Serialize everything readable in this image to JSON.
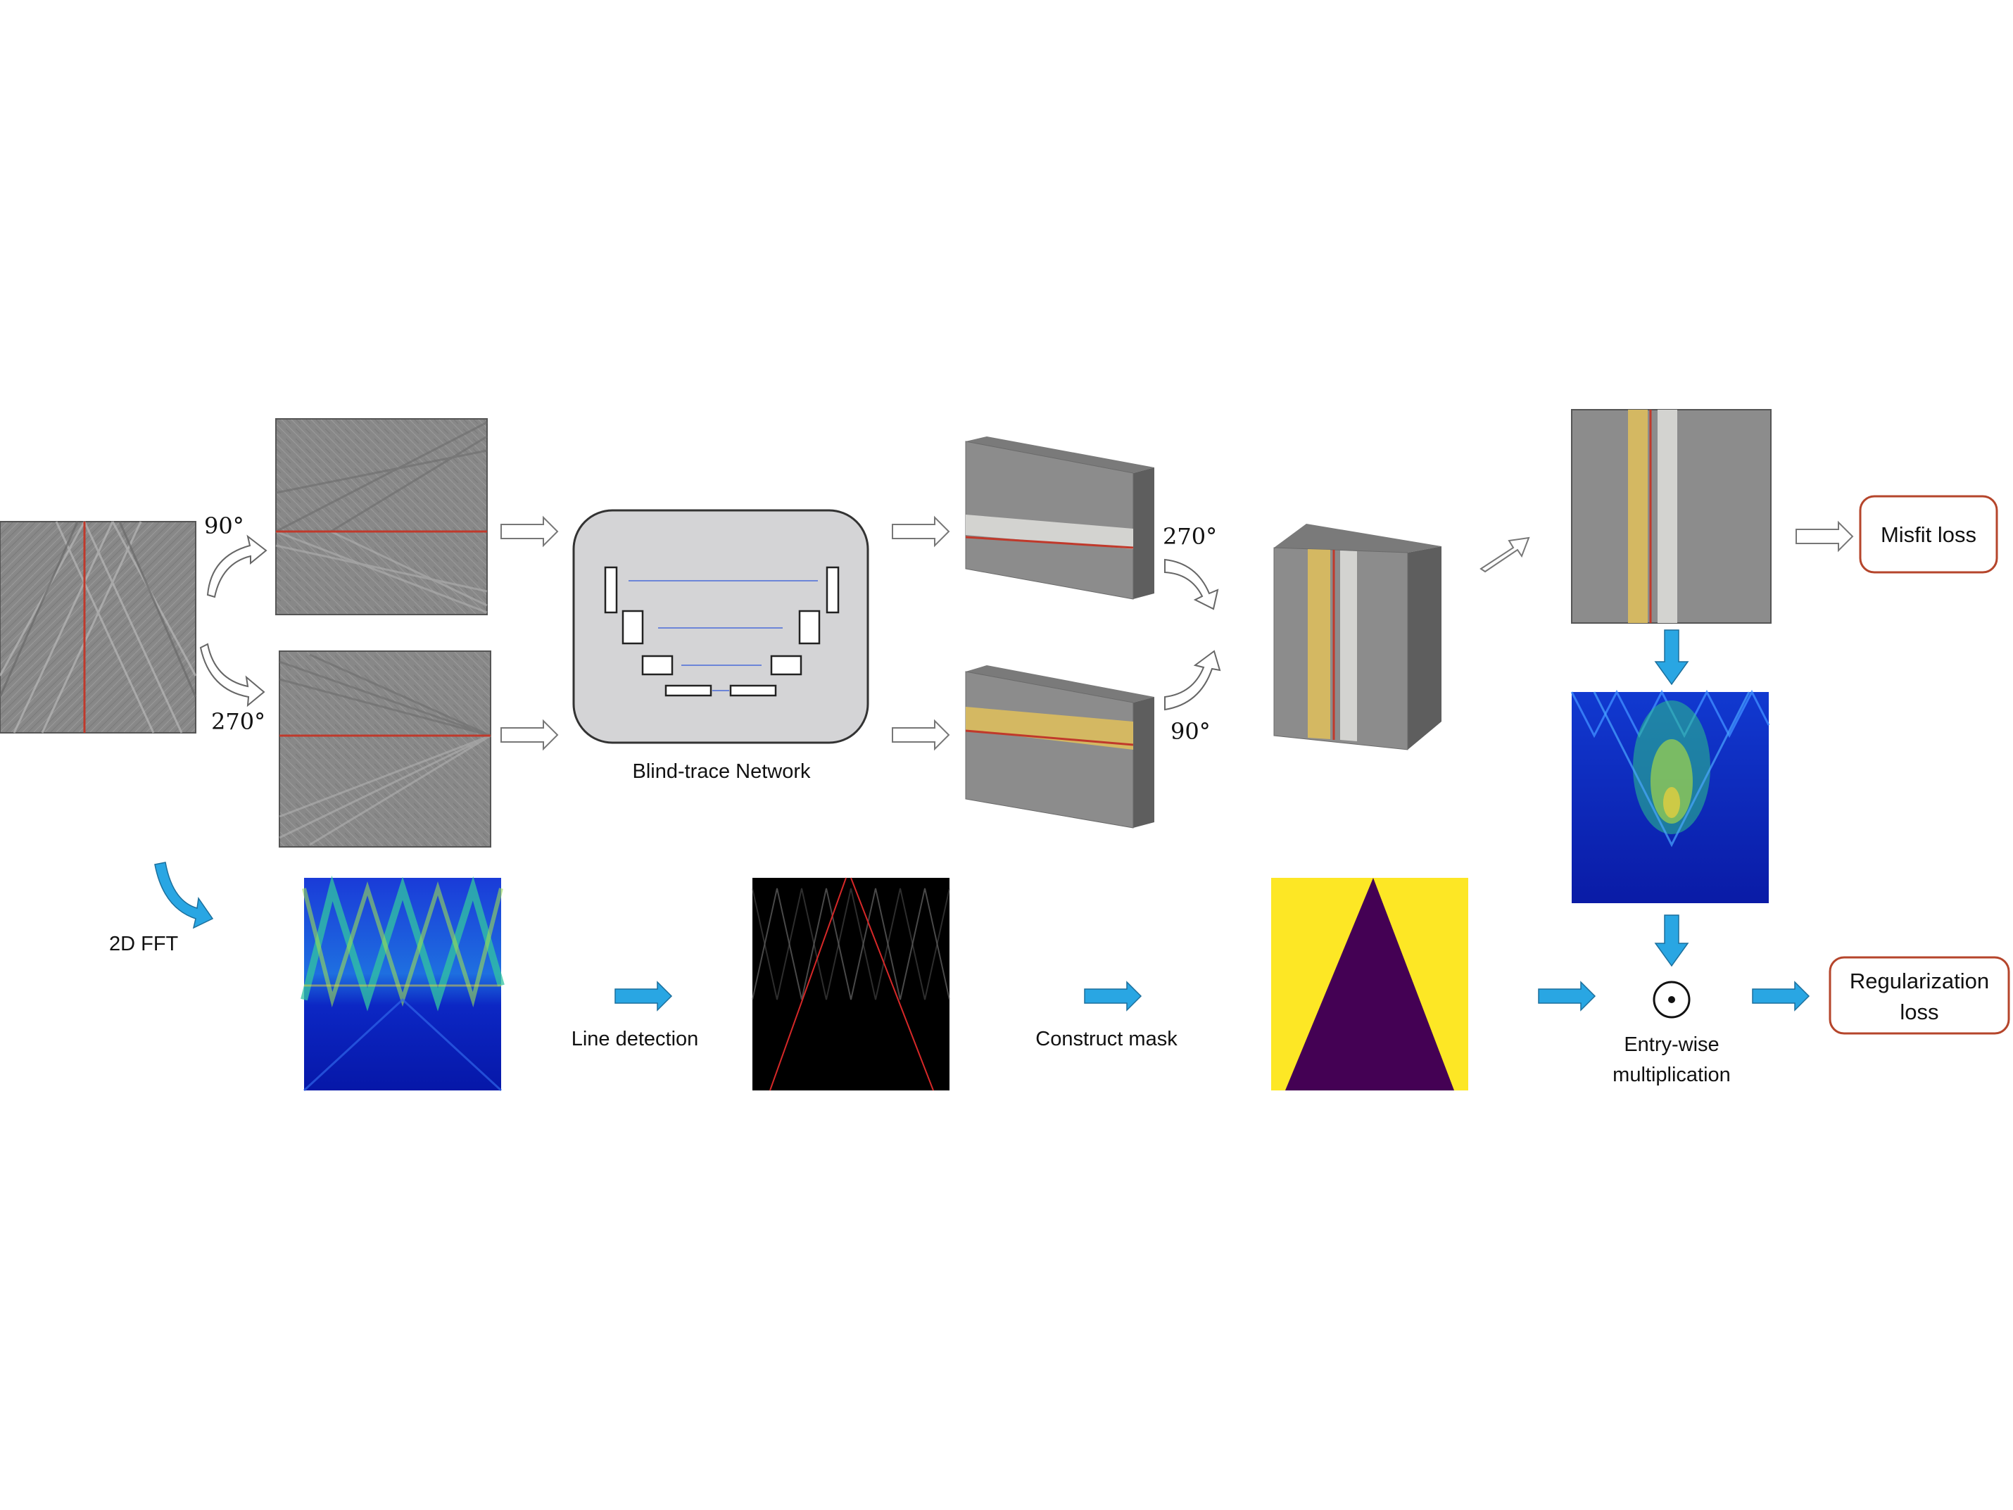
{
  "labels": {
    "rot_top": "90°",
    "rot_bottom": "270°",
    "network": "Blind-trace Network",
    "rot_out_top": "270°",
    "rot_out_bottom": "90°",
    "fft": "2D FFT",
    "line_detection": "Line detection",
    "construct_mask": "Construct mask",
    "entrywise_line1": "Entry-wise",
    "entrywise_line2": "multiplication",
    "odot": "⊙"
  },
  "losses": {
    "misfit": "Misfit loss",
    "regularization_line1": "Regularization",
    "regularization_line2": "loss"
  },
  "colors": {
    "seismic_gray": "#8a8a8a",
    "trace_line": "#c0392b",
    "tan_stripe": "#d4b862",
    "light_stripe": "#d3d3d0",
    "block_front": "#8c8c8c",
    "block_top": "#7a7a7a",
    "block_side": "#5e5e5e",
    "network_panel": "#d4d4d6",
    "blue_arrow": "#29a6e3",
    "hollow_arrow_stroke": "#777777",
    "loss_box_border": "#b5452b",
    "mask_yellow": "#fde725",
    "mask_purple": "#440154",
    "spectrum_blue": "#0b1fb4"
  }
}
